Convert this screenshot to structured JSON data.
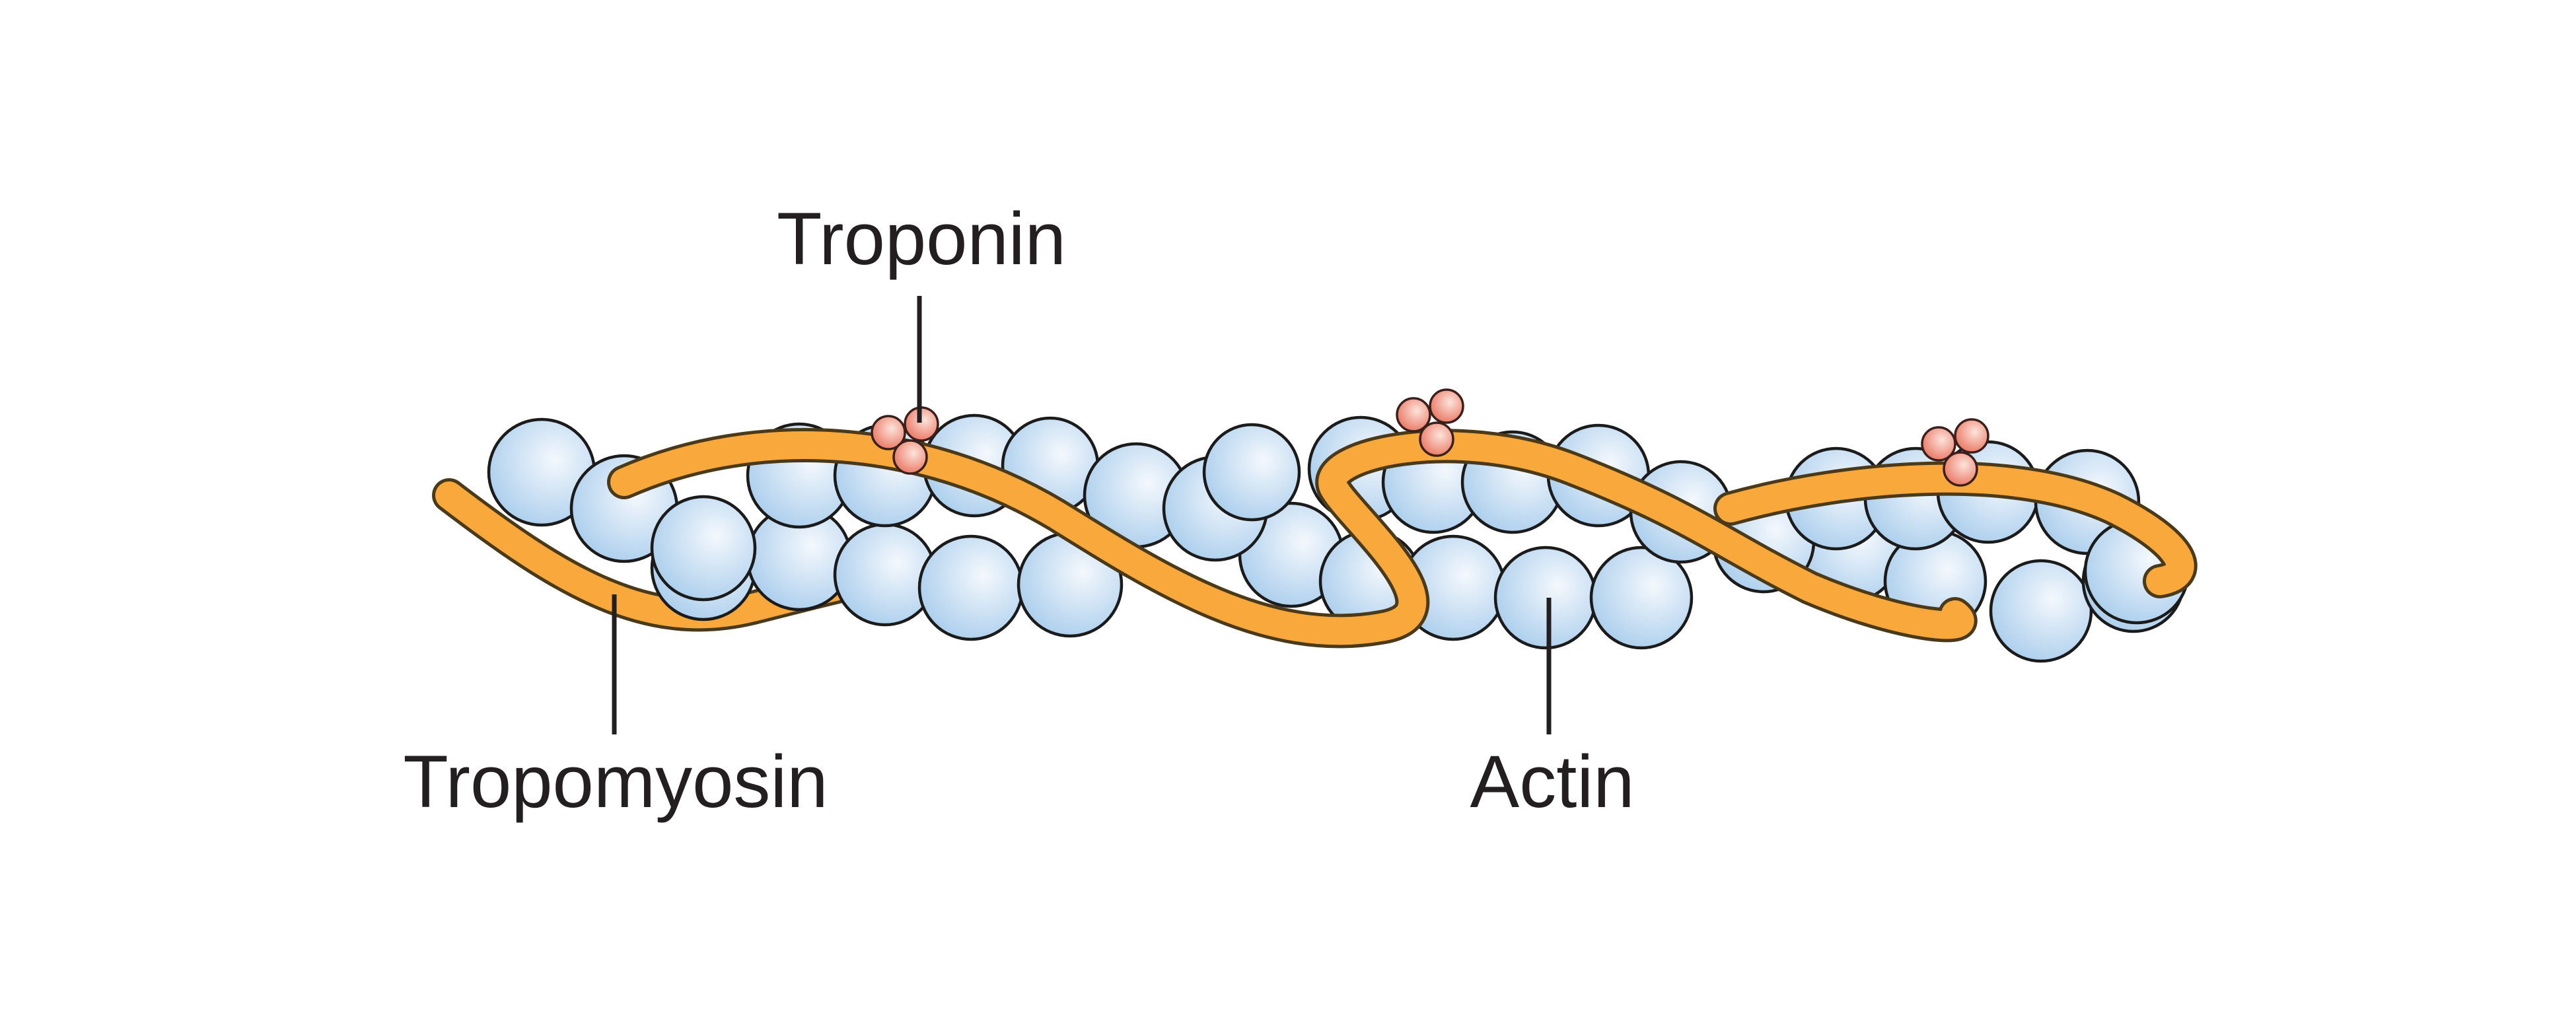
{
  "labels": {
    "troponin": "Troponin",
    "tropomyosin": "Tropomyosin",
    "actin": "Actin"
  },
  "colors": {
    "actin_light": "#f4f8fd",
    "actin_dark": "#a9cdec",
    "tropomyosin": "#f9a93c",
    "troponin_light": "#fde3da",
    "troponin_dark": "#e8705c",
    "text": "#231f20"
  }
}
